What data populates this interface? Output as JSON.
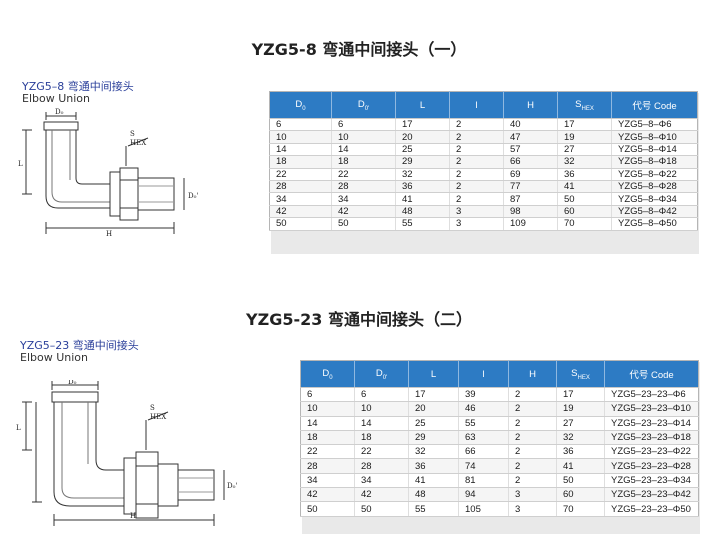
{
  "sections": [
    {
      "title": "YZG5-8 弯通中间接头（一）",
      "caption_cn": "YZG5–8 弯通中间接头",
      "caption_en": "Elbow Union",
      "drawing_labels": {
        "d0": "D₀",
        "s": "S",
        "hex": "HEX",
        "l": "L",
        "dv": "D₀'",
        "h": "H"
      },
      "headers": [
        "D",
        "D",
        "L",
        "l",
        "H",
        "S",
        "代号 Code"
      ],
      "header_subs": [
        "0",
        "0'",
        "",
        "",
        "",
        "HEX",
        ""
      ],
      "rows": [
        [
          "6",
          "6",
          "17",
          "2",
          "40",
          "17",
          "YZG5–8–Φ6"
        ],
        [
          "10",
          "10",
          "20",
          "2",
          "47",
          "19",
          "YZG5–8–Φ10"
        ],
        [
          "14",
          "14",
          "25",
          "2",
          "57",
          "27",
          "YZG5–8–Φ14"
        ],
        [
          "18",
          "18",
          "29",
          "2",
          "66",
          "32",
          "YZG5–8–Φ18"
        ],
        [
          "22",
          "22",
          "32",
          "2",
          "69",
          "36",
          "YZG5–8–Φ22"
        ],
        [
          "28",
          "28",
          "36",
          "2",
          "77",
          "41",
          "YZG5–8–Φ28"
        ],
        [
          "34",
          "34",
          "41",
          "2",
          "87",
          "50",
          "YZG5–8–Φ34"
        ],
        [
          "42",
          "42",
          "48",
          "3",
          "98",
          "60",
          "YZG5–8–Φ42"
        ],
        [
          "50",
          "50",
          "55",
          "3",
          "109",
          "70",
          "YZG5–8–Φ50"
        ]
      ]
    },
    {
      "title": "YZG5-23 弯通中间接头（二）",
      "caption_cn": "YZG5–23 弯通中间接头",
      "caption_en": "Elbow Union",
      "drawing_labels": {
        "d0": "D₀",
        "s": "S",
        "hex": "HEX",
        "l": "L",
        "dv": "D₀'",
        "h": "H"
      },
      "headers": [
        "D",
        "D",
        "L",
        "l",
        "H",
        "S",
        "代号 Code"
      ],
      "header_subs": [
        "0",
        "0'",
        "",
        "",
        "",
        "HEX",
        ""
      ],
      "rows": [
        [
          "6",
          "6",
          "17",
          "39",
          "2",
          "17",
          "YZG5–23–23–Φ6"
        ],
        [
          "10",
          "10",
          "20",
          "46",
          "2",
          "19",
          "YZG5–23–23–Φ10"
        ],
        [
          "14",
          "14",
          "25",
          "55",
          "2",
          "27",
          "YZG5–23–23–Φ14"
        ],
        [
          "18",
          "18",
          "29",
          "63",
          "2",
          "32",
          "YZG5–23–23–Φ18"
        ],
        [
          "22",
          "22",
          "32",
          "66",
          "2",
          "36",
          "YZG5–23–23–Φ22"
        ],
        [
          "28",
          "28",
          "36",
          "74",
          "2",
          "41",
          "YZG5–23–23–Φ28"
        ],
        [
          "34",
          "34",
          "41",
          "81",
          "2",
          "50",
          "YZG5–23–23–Φ34"
        ],
        [
          "42",
          "42",
          "48",
          "94",
          "3",
          "60",
          "YZG5–23–23–Φ42"
        ],
        [
          "50",
          "50",
          "55",
          "105",
          "3",
          "70",
          "YZG5–23–23–Φ50"
        ]
      ]
    }
  ],
  "colors": {
    "header_bg": "#2d7bc4",
    "caption_cn": "#2a3f9a"
  }
}
